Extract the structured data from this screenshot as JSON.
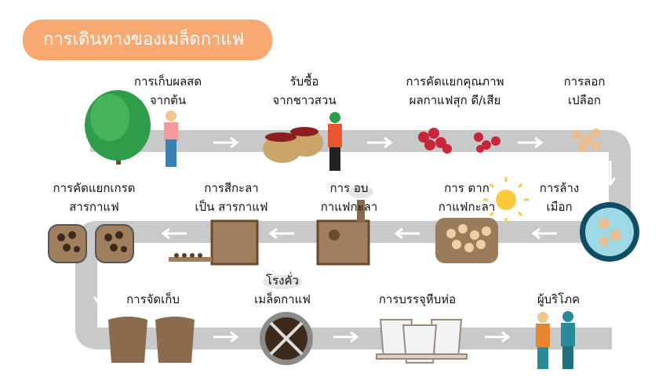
{
  "title": "การเดินทางของเมล็ดกาแฟ",
  "steps": [
    {
      "l1": "การเก็บผลสด",
      "l2": "จากต้น"
    },
    {
      "l1": "รับซื้อ",
      "l2": "จากชาวสวน"
    },
    {
      "l1": "การคัดแยกคุณภาพ",
      "l2": "ผลกาแฟสุก ดี/เสีย"
    },
    {
      "l1": "การลอก",
      "l2": "เปลือก"
    },
    {
      "l1": "การล้าง",
      "l2": "เมือก"
    },
    {
      "l1": "การ ตาก",
      "l2": "กาแฟกะลา"
    },
    {
      "l1": "การ อบ",
      "l2": "กาแฟกะลา"
    },
    {
      "l1": "การสีกะลา",
      "l2": "เป็น สารกาแฟ"
    },
    {
      "l1": "การคัดแยกเกรด",
      "l2": "สารกาแฟ"
    },
    {
      "l1": "การจัดเก็บ",
      "l2": ""
    },
    {
      "l1": "โรงคั่ว",
      "l2": "เมล็ดกาแฟ"
    },
    {
      "l1": "การบรรจุหีบห่อ",
      "l2": ""
    },
    {
      "l1": "ผู้บริโภค",
      "l2": ""
    }
  ]
}
